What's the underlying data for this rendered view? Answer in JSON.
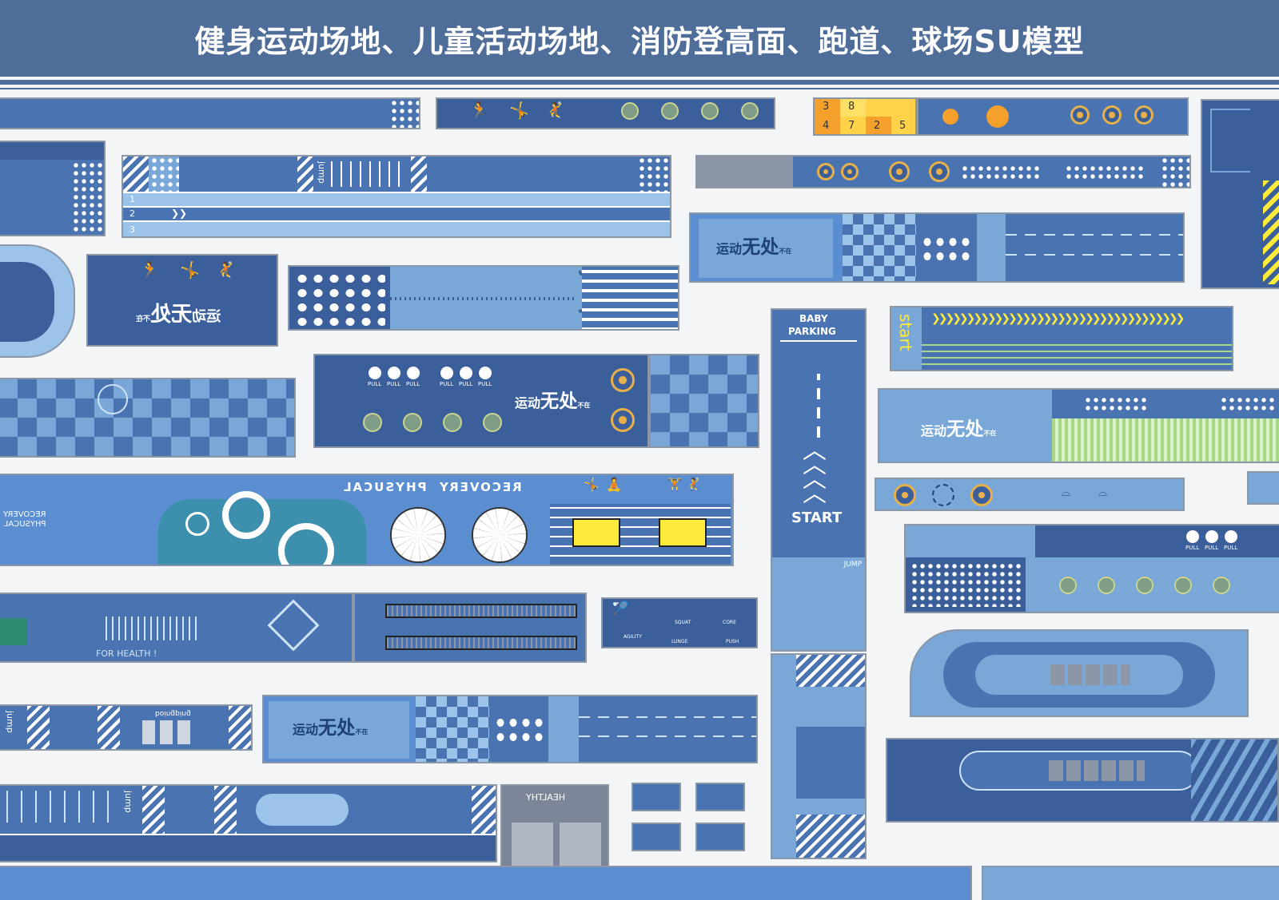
{
  "header": {
    "title": "健身运动场地、儿童活动场地、消防登高面、跑道、球场SU模型"
  },
  "labels": {
    "jump": "jump",
    "jump_upper": "JUMP",
    "slogan_main": "运动",
    "slogan_big": "无处",
    "slogan_small": "不在",
    "baby": "BABY",
    "parking": "PARKING",
    "start_upper": "START",
    "start_lower": "start",
    "recovery": "RECOVERY",
    "physical": "PHYSUCAL",
    "for_health": "FOR HEALTH !",
    "healthy": "HEALTHY",
    "pull": "PULL",
    "boing": "boingping",
    "agility": "AGILITY",
    "squat": "SQUAT",
    "core": "CORE",
    "lunge": "LUNGE",
    "push": "PUSH",
    "lane_numbers": [
      "1",
      "2",
      "3"
    ],
    "color_grid_numbers": [
      "3",
      "8",
      "4",
      "7",
      "2",
      "5"
    ]
  },
  "colors": {
    "banner": "#4e6d98",
    "mid_blue": "#4a73b1",
    "deep_blue": "#3a5f9a",
    "light_blue": "#78a7d8",
    "accent_yellow": "#ffeb3b",
    "accent_orange": "#f4a02c"
  }
}
